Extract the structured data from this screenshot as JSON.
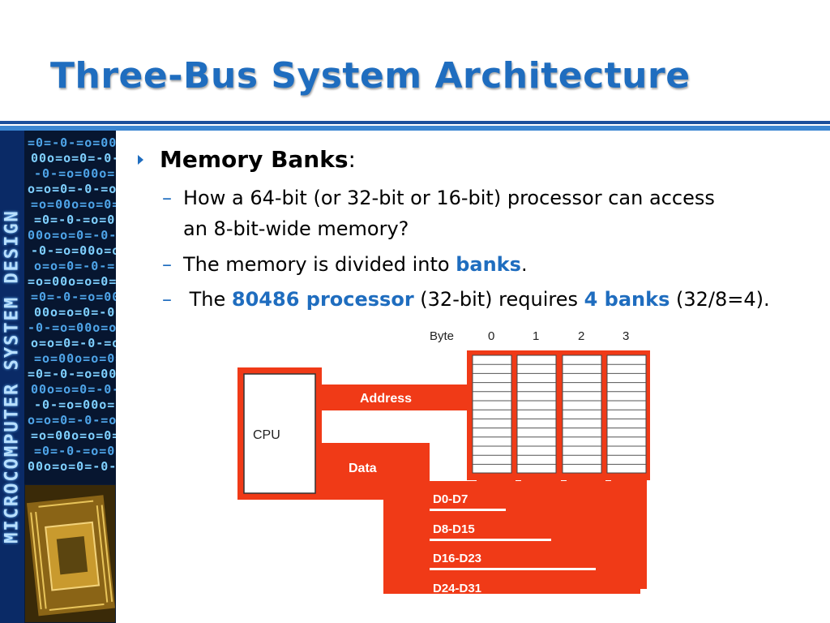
{
  "slide": {
    "title": "Three-Bus System Architecture",
    "sidebar_caption": "MICROCOMPUTER SYSTEM DESIGN"
  },
  "bullets": {
    "main": {
      "label": "Memory Banks",
      "suffix": ":"
    },
    "items": [
      {
        "text": "How a 64-bit (or 32-bit or 16-bit) processor can access",
        "text_cont": "an 8-bit-wide memory?"
      },
      {
        "text_before": "The memory is divided into ",
        "emph": "banks",
        "text_after": "."
      },
      {
        "text_before": " The ",
        "emph1": "80486 processor",
        "text_mid": " (32-bit) requires ",
        "emph2": "4 banks",
        "text_after": " (32/8=4)."
      }
    ]
  },
  "diagram": {
    "byte_header": "Byte",
    "bank_numbers": [
      "0",
      "1",
      "2",
      "3"
    ],
    "cpu_label": "CPU",
    "address_label": "Address",
    "data_label": "Data",
    "data_lines": [
      "D0-D7",
      "D8-D15",
      "D16-D23",
      "D24-D31"
    ],
    "colors": {
      "bus": "#f03a17",
      "accent": "#1f6dbf"
    }
  }
}
